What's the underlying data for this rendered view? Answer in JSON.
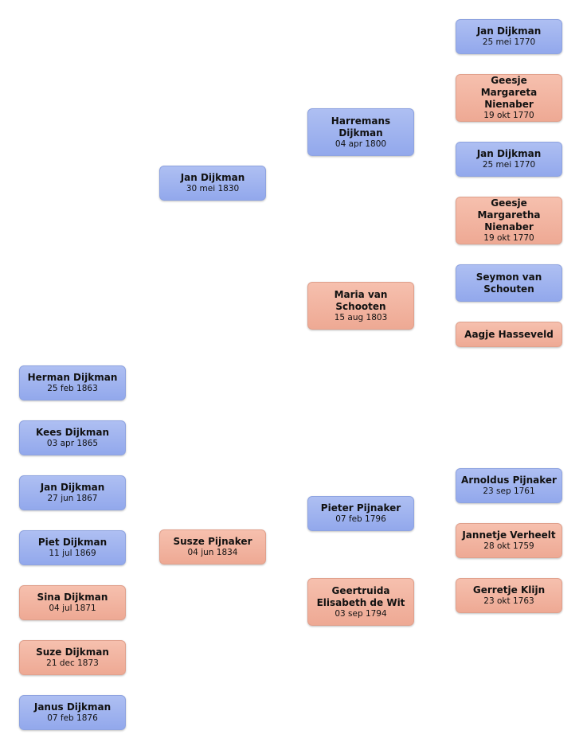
{
  "persons": [
    {
      "id": "p1",
      "name": "Jan Dijkman",
      "date": "25 mei 1770"
    },
    {
      "id": "p2",
      "name": "Geesje Margareta Nienaber",
      "date": "19 okt 1770"
    },
    {
      "id": "p3",
      "name": "Jan Dijkman",
      "date": "25 mei 1770"
    },
    {
      "id": "p4",
      "name": "Geesje Margaretha Nienaber",
      "date": "19 okt 1770"
    },
    {
      "id": "p5",
      "name": "Seymon van Schouten",
      "date": ""
    },
    {
      "id": "p6",
      "name": "Aagje Hasseveld",
      "date": ""
    },
    {
      "id": "p7",
      "name": "Arnoldus Pijnaker",
      "date": "23 sep 1761"
    },
    {
      "id": "p8",
      "name": "Jannetje Verheelt",
      "date": "28 okt 1759"
    },
    {
      "id": "p9",
      "name": "Gerretje Klijn",
      "date": "23 okt 1763"
    },
    {
      "id": "p10",
      "name": "Harremans Dijkman",
      "date": "04 apr 1800"
    },
    {
      "id": "p11",
      "name": "Maria van Schooten",
      "date": "15 aug 1803"
    },
    {
      "id": "p12",
      "name": "Pieter Pijnaker",
      "date": "07 feb 1796"
    },
    {
      "id": "p13",
      "name": "Geertruida Elisabeth de Wit",
      "date": "03 sep 1794"
    },
    {
      "id": "p14",
      "name": "Jan Dijkman",
      "date": "30 mei 1830"
    },
    {
      "id": "p15",
      "name": "Susze Pijnaker",
      "date": "04 jun 1834"
    },
    {
      "id": "p16",
      "name": "Herman Dijkman",
      "date": "25 feb 1863"
    },
    {
      "id": "p17",
      "name": "Kees Dijkman",
      "date": "03 apr 1865"
    },
    {
      "id": "p18",
      "name": "Jan Dijkman",
      "date": "27 jun 1867"
    },
    {
      "id": "p19",
      "name": "Piet Dijkman",
      "date": "11 jul 1869"
    },
    {
      "id": "p20",
      "name": "Sina Dijkman",
      "date": "04 jul 1871"
    },
    {
      "id": "p21",
      "name": "Suze Dijkman",
      "date": "21 dec 1873"
    },
    {
      "id": "p22",
      "name": "Janus Dijkman",
      "date": "07 feb 1876"
    }
  ]
}
